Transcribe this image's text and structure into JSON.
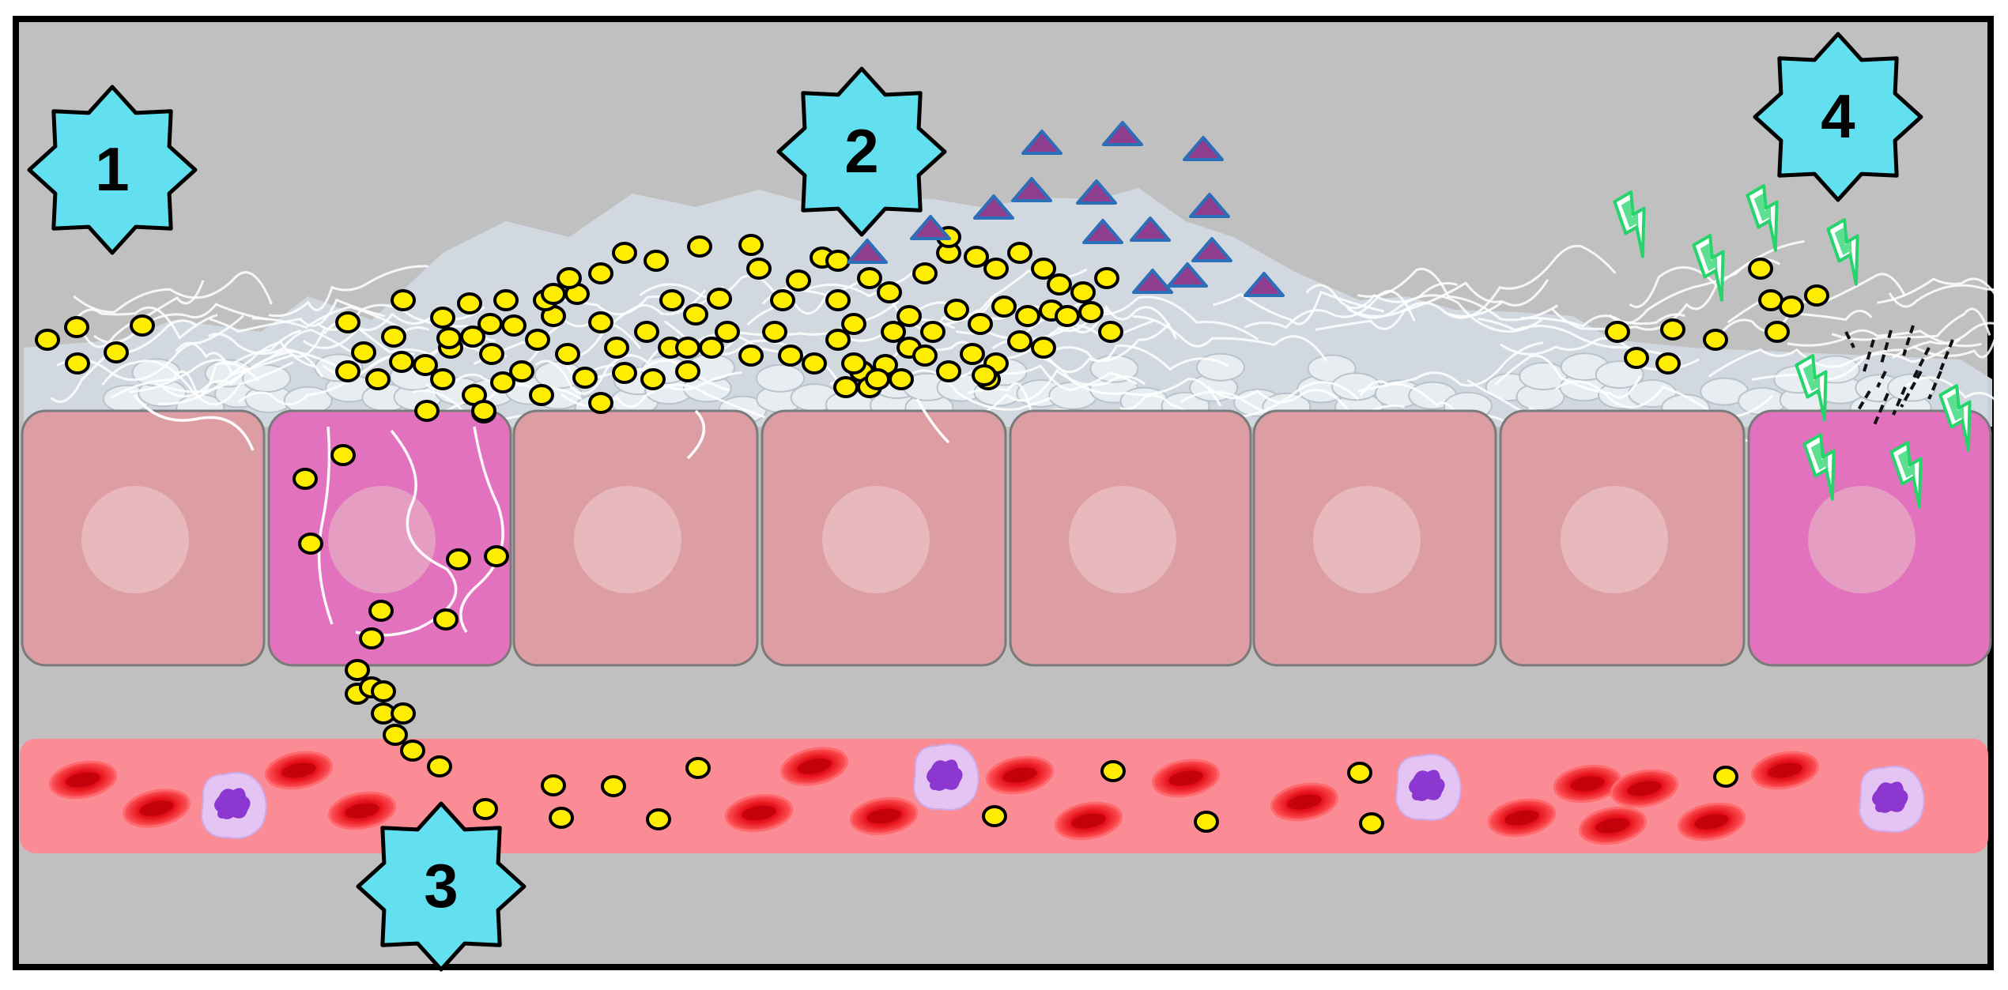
{
  "diagram": {
    "stage_labels": [
      "1",
      "2",
      "3",
      "4"
    ],
    "colors": {
      "background": "#c0c0c0",
      "frame": "#000000",
      "mucus": "#d3d9e2",
      "mucin_granule": "#e8edf2",
      "cell": "#dd9ea3",
      "cell_damaged": "#e272bd",
      "nucleus": "#e9c1c6",
      "blood_vessel": "#fb8c95",
      "red_blood_cell": "#e8141c",
      "bacterium": "#ffed00",
      "triangle_fill": "#8e3d8f",
      "triangle_edge": "#2a6fb7",
      "lightning": "#26d46c",
      "star_badge": "#63e0ef",
      "neutrophil": "#e4c4f2",
      "neutrophil_nucleus": "#8c37d0"
    },
    "icons": [
      "star-badge-icon",
      "bacterium-icon",
      "toxin-triangle-icon",
      "lightning-icon",
      "red-blood-cell-icon",
      "neutrophil-icon"
    ]
  }
}
